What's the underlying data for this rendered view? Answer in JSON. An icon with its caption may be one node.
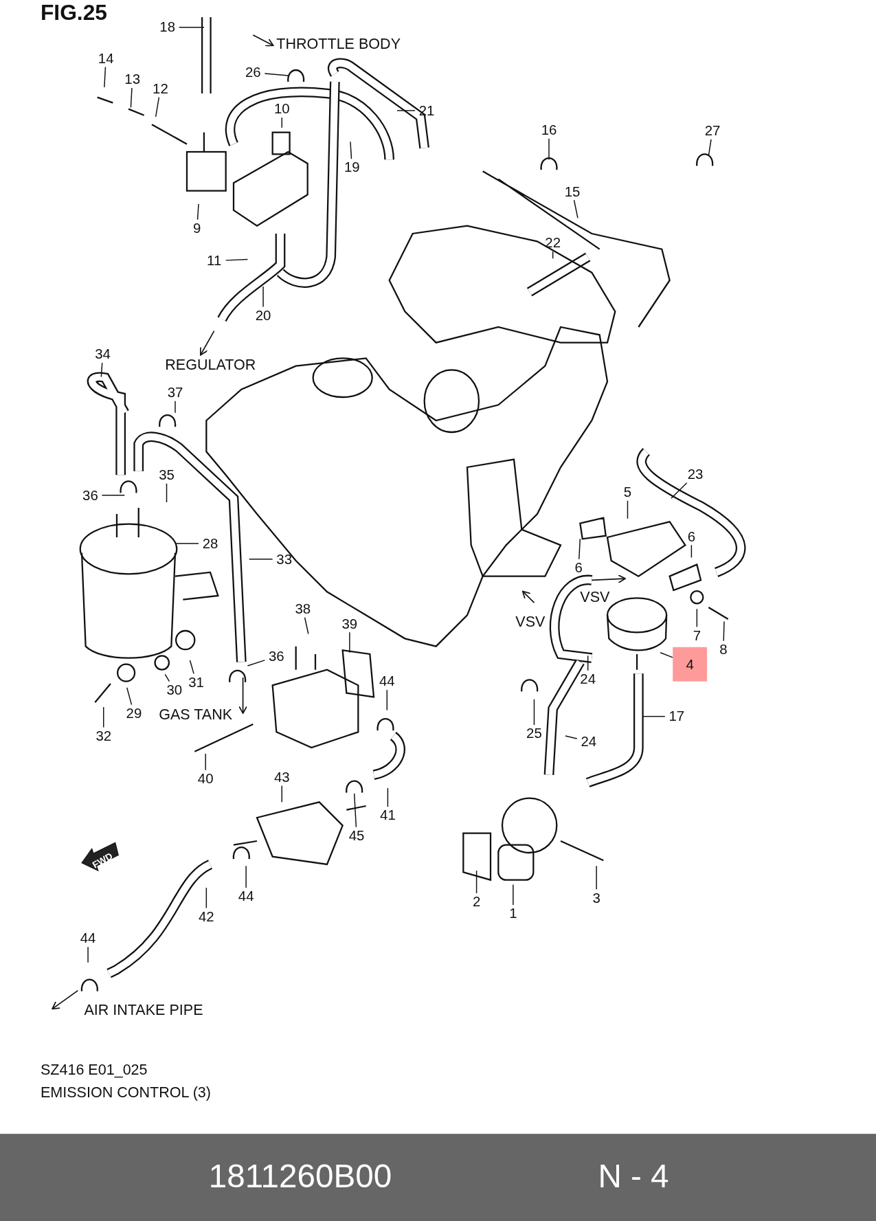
{
  "diagram": {
    "title": "FIG.25",
    "nodes": [
      {
        "text": [
          "18"
        ]
      },
      {
        "text": [
          "14"
        ]
      },
      {
        "text": [
          "13"
        ]
      },
      {
        "text": [
          "12"
        ]
      },
      {
        "text": [
          "26"
        ]
      },
      {
        "text": [
          "10"
        ]
      },
      {
        "text": [
          "21"
        ]
      },
      {
        "text": [
          "19"
        ]
      },
      {
        "text": [
          "16"
        ]
      },
      {
        "text": [
          "27"
        ]
      },
      {
        "text": [
          "15"
        ]
      },
      {
        "text": [
          "9"
        ]
      },
      {
        "text": [
          "22"
        ]
      },
      {
        "text": [
          "11"
        ]
      },
      {
        "text": [
          "20"
        ]
      },
      {
        "text": [
          "34"
        ]
      },
      {
        "text": [
          "37"
        ]
      },
      {
        "text": [
          "23"
        ]
      },
      {
        "text": [
          "35"
        ]
      },
      {
        "text": [
          "36"
        ]
      },
      {
        "text": [
          "5"
        ]
      },
      {
        "text": [
          "28"
        ]
      },
      {
        "text": [
          "6"
        ]
      },
      {
        "text": [
          "33"
        ]
      },
      {
        "text": [
          "6"
        ]
      },
      {
        "text": [
          "38"
        ]
      },
      {
        "text": [
          "39"
        ]
      },
      {
        "text": [
          "7"
        ]
      },
      {
        "text": [
          "8"
        ]
      },
      {
        "text": [
          "4"
        ]
      },
      {
        "text": [
          "36"
        ]
      },
      {
        "text": [
          "24"
        ]
      },
      {
        "text": [
          "44"
        ]
      },
      {
        "text": [
          "30"
        ]
      },
      {
        "text": [
          "31"
        ]
      },
      {
        "text": [
          "29"
        ]
      },
      {
        "text": [
          "17"
        ]
      },
      {
        "text": [
          "32"
        ]
      },
      {
        "text": [
          "25"
        ]
      },
      {
        "text": [
          "24"
        ]
      },
      {
        "text": [
          "40"
        ]
      },
      {
        "text": [
          "43"
        ]
      },
      {
        "text": [
          "41"
        ]
      },
      {
        "text": [
          "45"
        ]
      },
      {
        "text": [
          "2"
        ]
      },
      {
        "text": [
          "1"
        ]
      },
      {
        "text": [
          "3"
        ]
      },
      {
        "text": [
          "44"
        ]
      },
      {
        "text": [
          "42"
        ]
      },
      {
        "text": [
          "44"
        ]
      }
    ],
    "edges": [
      {
        "from": 0,
        "to": null,
        "arrow": "none"
      },
      {
        "from": 1,
        "to": null,
        "arrow": "none"
      },
      {
        "from": 2,
        "to": null,
        "arrow": "none"
      },
      {
        "from": 3,
        "to": null,
        "arrow": "none"
      },
      {
        "from": 4,
        "to": null,
        "arrow": "none"
      },
      {
        "from": 5,
        "to": null,
        "arrow": "none"
      },
      {
        "from": 6,
        "to": null,
        "arrow": "none"
      },
      {
        "from": 7,
        "to": null,
        "arrow": "none"
      },
      {
        "from": 8,
        "to": null,
        "arrow": "none"
      },
      {
        "from": 9,
        "to": null,
        "arrow": "none"
      },
      {
        "from": 10,
        "to": null,
        "arrow": "none"
      },
      {
        "from": 11,
        "to": null,
        "arrow": "none"
      },
      {
        "from": 12,
        "to": null,
        "arrow": "none"
      },
      {
        "from": 13,
        "to": null,
        "arrow": "none"
      },
      {
        "from": 14,
        "to": null,
        "arrow": "none"
      },
      {
        "from": 15,
        "to": null,
        "arrow": "none"
      },
      {
        "from": 16,
        "to": null,
        "arrow": "none"
      },
      {
        "from": 17,
        "to": null,
        "arrow": "none"
      },
      {
        "from": 18,
        "to": null,
        "arrow": "none"
      },
      {
        "from": 19,
        "to": null,
        "arrow": "none"
      },
      {
        "from": 20,
        "to": null,
        "arrow": "none"
      },
      {
        "from": 21,
        "to": null,
        "arrow": "none"
      },
      {
        "from": 22,
        "to": null,
        "arrow": "none"
      },
      {
        "from": 23,
        "to": null,
        "arrow": "none"
      },
      {
        "from": 24,
        "to": null,
        "arrow": "none"
      },
      {
        "from": 25,
        "to": null,
        "arrow": "none"
      },
      {
        "from": 26,
        "to": null,
        "arrow": "none"
      },
      {
        "from": 27,
        "to": null,
        "arrow": "none"
      },
      {
        "from": 28,
        "to": null,
        "arrow": "none"
      },
      {
        "from": 29,
        "to": null,
        "arrow": "none"
      },
      {
        "from": 30,
        "to": null,
        "arrow": "none"
      },
      {
        "from": 31,
        "to": null,
        "arrow": "none"
      },
      {
        "from": 32,
        "to": null,
        "arrow": "none"
      },
      {
        "from": 33,
        "to": null,
        "arrow": "none"
      },
      {
        "from": 34,
        "to": null,
        "arrow": "none"
      },
      {
        "from": 35,
        "to": null,
        "arrow": "none"
      },
      {
        "from": 36,
        "to": null,
        "arrow": "none"
      },
      {
        "from": 37,
        "to": null,
        "arrow": "none"
      },
      {
        "from": 38,
        "to": null,
        "arrow": "none"
      },
      {
        "from": 39,
        "to": null,
        "arrow": "none"
      },
      {
        "from": 40,
        "to": null,
        "arrow": "none"
      },
      {
        "from": 41,
        "to": null,
        "arrow": "none"
      },
      {
        "from": 42,
        "to": null,
        "arrow": "none"
      },
      {
        "from": 43,
        "to": null,
        "arrow": "none"
      },
      {
        "from": 44,
        "to": null,
        "arrow": "none"
      },
      {
        "from": 45,
        "to": null,
        "arrow": "none"
      },
      {
        "from": 46,
        "to": null,
        "arrow": "none"
      },
      {
        "from": 47,
        "to": null,
        "arrow": "none"
      },
      {
        "from": 48,
        "to": null,
        "arrow": "none"
      },
      {
        "from": 49,
        "to": null,
        "arrow": "none"
      }
    ],
    "labels": [
      "THROTTLE BODY",
      "REGULATOR",
      "VSV",
      "VSV",
      "GAS TANK",
      "FWD",
      "AIR INTAKE PIPE",
      "SZ416 E01_025",
      "EMISSION CONTROL (3)",
      "1811260B00",
      "N - 4"
    ]
  }
}
